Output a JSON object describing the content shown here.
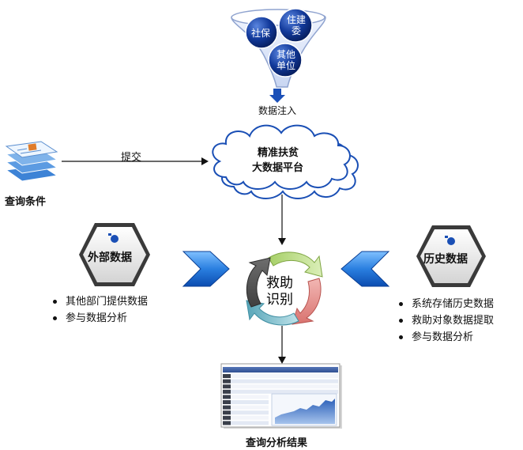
{
  "funnel": {
    "bubbles": [
      "社保",
      "住建委",
      "其他单位"
    ],
    "label": "数据注入"
  },
  "query": {
    "label": "查询条件"
  },
  "submit": {
    "label": "提交"
  },
  "cloud": {
    "line1": "精准扶贫",
    "line2": "大数据平台"
  },
  "external": {
    "title": "外部数据",
    "items": [
      "其他部门提供数据",
      "参与数据分析"
    ]
  },
  "history": {
    "title": "历史数据",
    "items": [
      "系统存储历史数据",
      "救助对象数据提取",
      "参与数据分析"
    ]
  },
  "center": {
    "line1": "救助",
    "line2": "识别"
  },
  "result": {
    "label": "查询分析结果"
  },
  "colors": {
    "accent_blue": "#1f6fd1",
    "bubble_blue": "#0a3b9a",
    "badge_gray": "#e6e6e6"
  }
}
